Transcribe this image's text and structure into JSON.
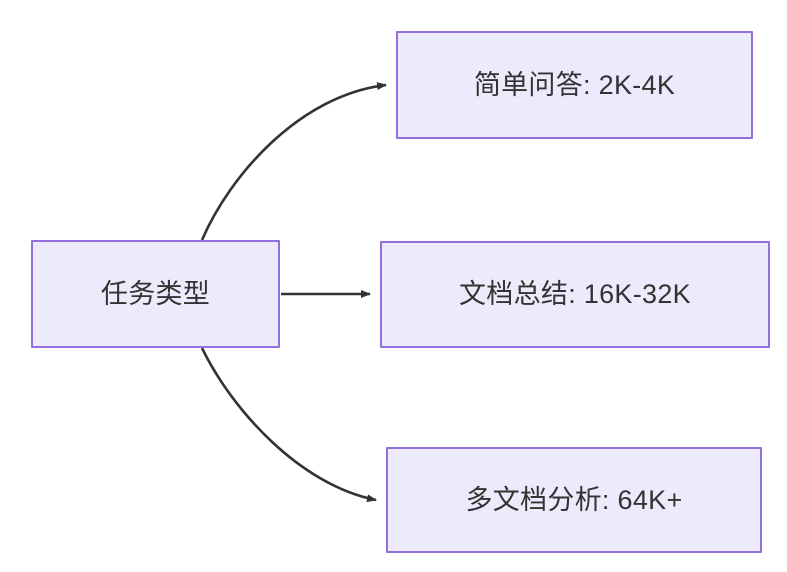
{
  "diagram": {
    "type": "flowchart",
    "direction": "left-to-right",
    "background_color": "#ffffff",
    "node_fill_color": "#ECEAFB",
    "node_border_color": "#9370DB",
    "text_color": "#333333",
    "edge_color": "#333333",
    "root": {
      "id": "root",
      "label": "任务类型"
    },
    "branches": [
      {
        "id": "simple-qa",
        "label": "简单问答: 2K-4K",
        "task": "简单问答",
        "range": "2K-4K",
        "edge_style": "curved"
      },
      {
        "id": "doc-summary",
        "label": "文档总结: 16K-32K",
        "task": "文档总结",
        "range": "16K-32K",
        "edge_style": "straight"
      },
      {
        "id": "multi-doc",
        "label": "多文档分析: 64K+",
        "task": "多文档分析",
        "range": "64K+",
        "edge_style": "curved"
      }
    ]
  }
}
